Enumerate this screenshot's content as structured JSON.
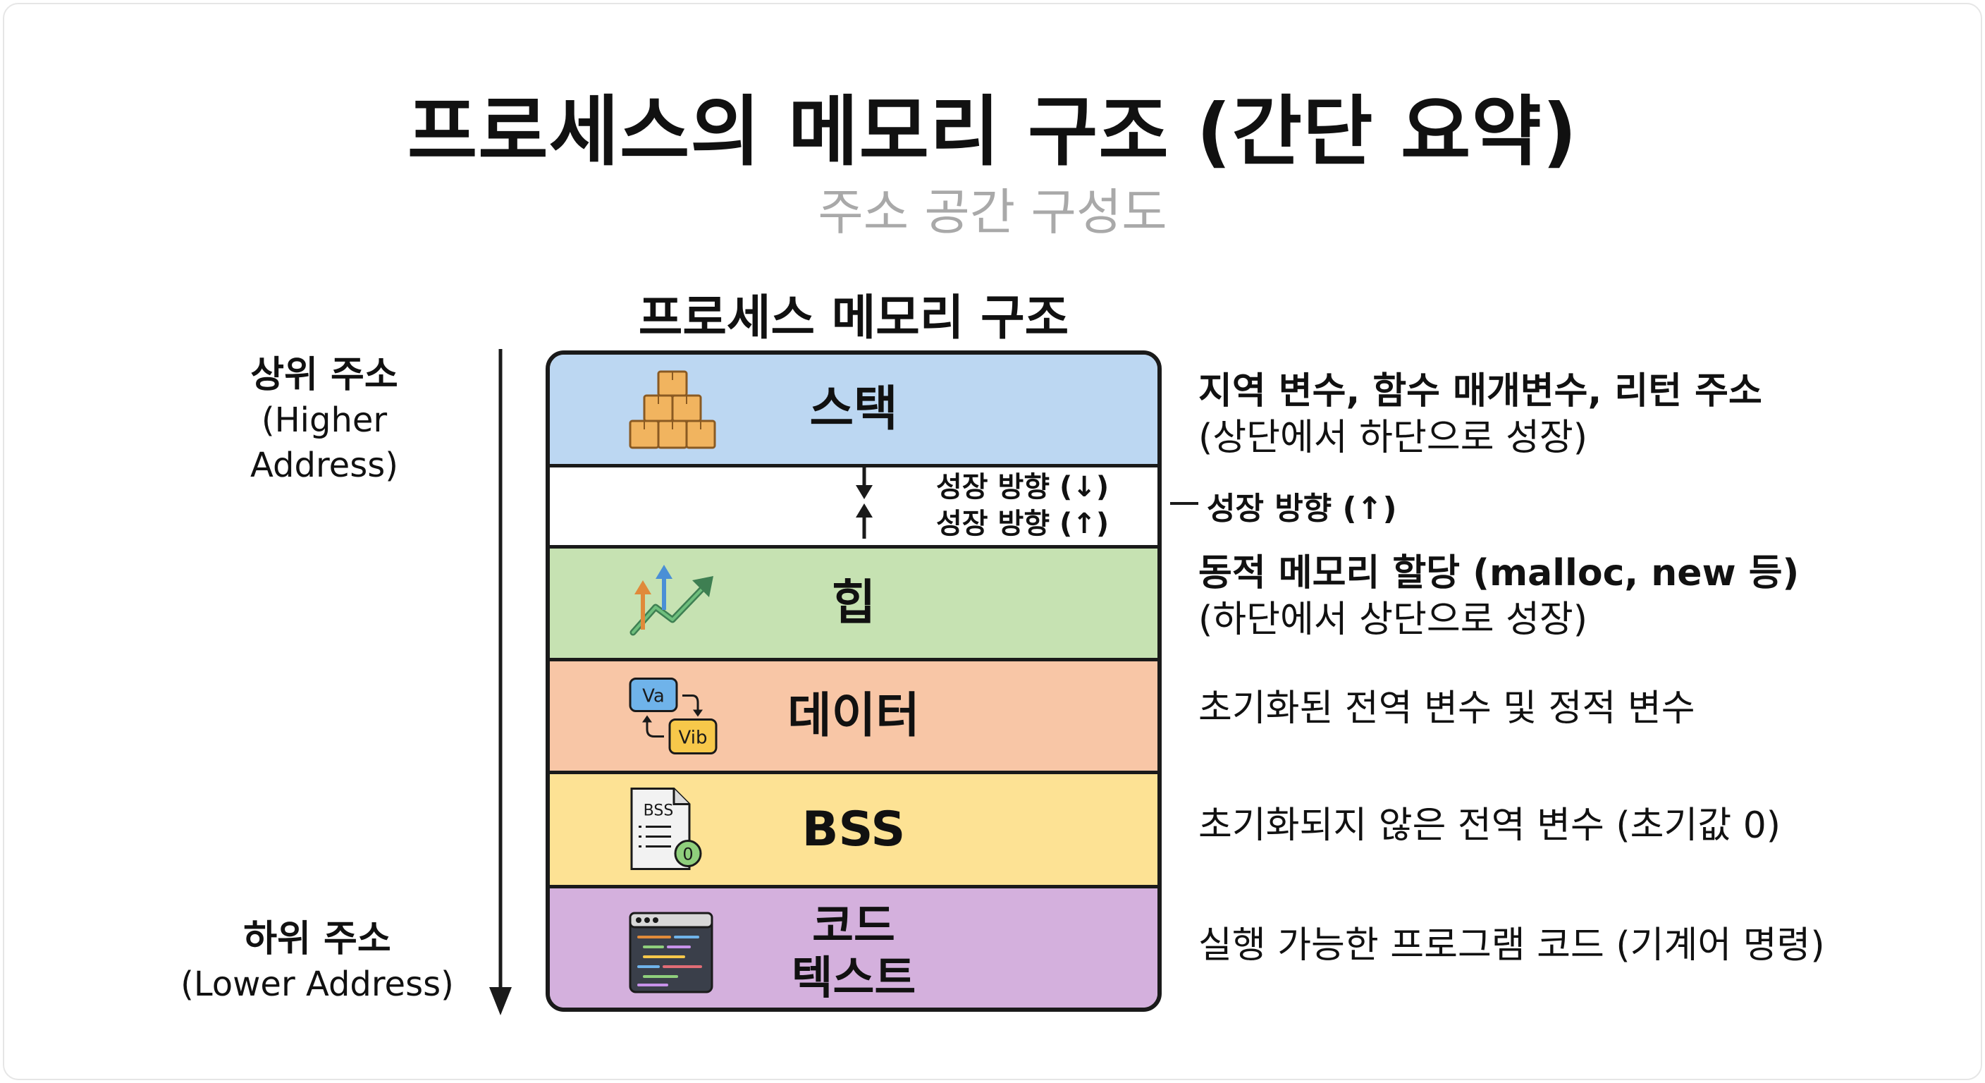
{
  "header": {
    "title": "프로세스의 메모리 구조 (간단 요약)",
    "subtitle": "주소 공간 구성도"
  },
  "diagram": {
    "title": "프로세스 메모리 구조",
    "high_address": {
      "ko": "상위 주소",
      "en": "(Higher Address)"
    },
    "low_address": {
      "ko": "하위 주소",
      "en": "(Lower Address)"
    },
    "segments": {
      "stack": {
        "label": "스택",
        "color": "#bcd7f2",
        "icon": "boxes-icon",
        "desc_line1": "지역 변수, 함수 매개변수, 리턴 주소",
        "desc_line2": "(상단에서 하단으로 성장)"
      },
      "gap": {
        "color": "#ffffff",
        "down_label": "성장 방향 (↓)",
        "up_label": "성장 방향 (↑)",
        "side_label": "성장 방향 (↑)"
      },
      "heap": {
        "label": "힙",
        "color": "#c6e2b2",
        "icon": "growth-arrows-icon",
        "desc_line1": "동적 메모리 할당 (malloc, new 등)",
        "desc_line2": "(하단에서 상단으로 성장)"
      },
      "data": {
        "label": "데이터",
        "color": "#f8c6a6",
        "icon": "variables-icon",
        "icon_text_a": "Va",
        "icon_text_b": "Vib",
        "desc_line1": "초기화된 전역 변수 및 정적 변수"
      },
      "bss": {
        "label": "BSS",
        "color": "#fde294",
        "icon": "document-zero-icon",
        "icon_text": "BSS",
        "icon_badge": "0",
        "desc_line1": "초기화되지 않은 전역 변수 (초기값 0)"
      },
      "code": {
        "label_line1": "코드",
        "label_line2": "텍스트",
        "color": "#d4b0dd",
        "icon": "code-window-icon",
        "desc_line1": "실행 가능한 프로그램 코드 (기계어 명령)"
      }
    }
  }
}
